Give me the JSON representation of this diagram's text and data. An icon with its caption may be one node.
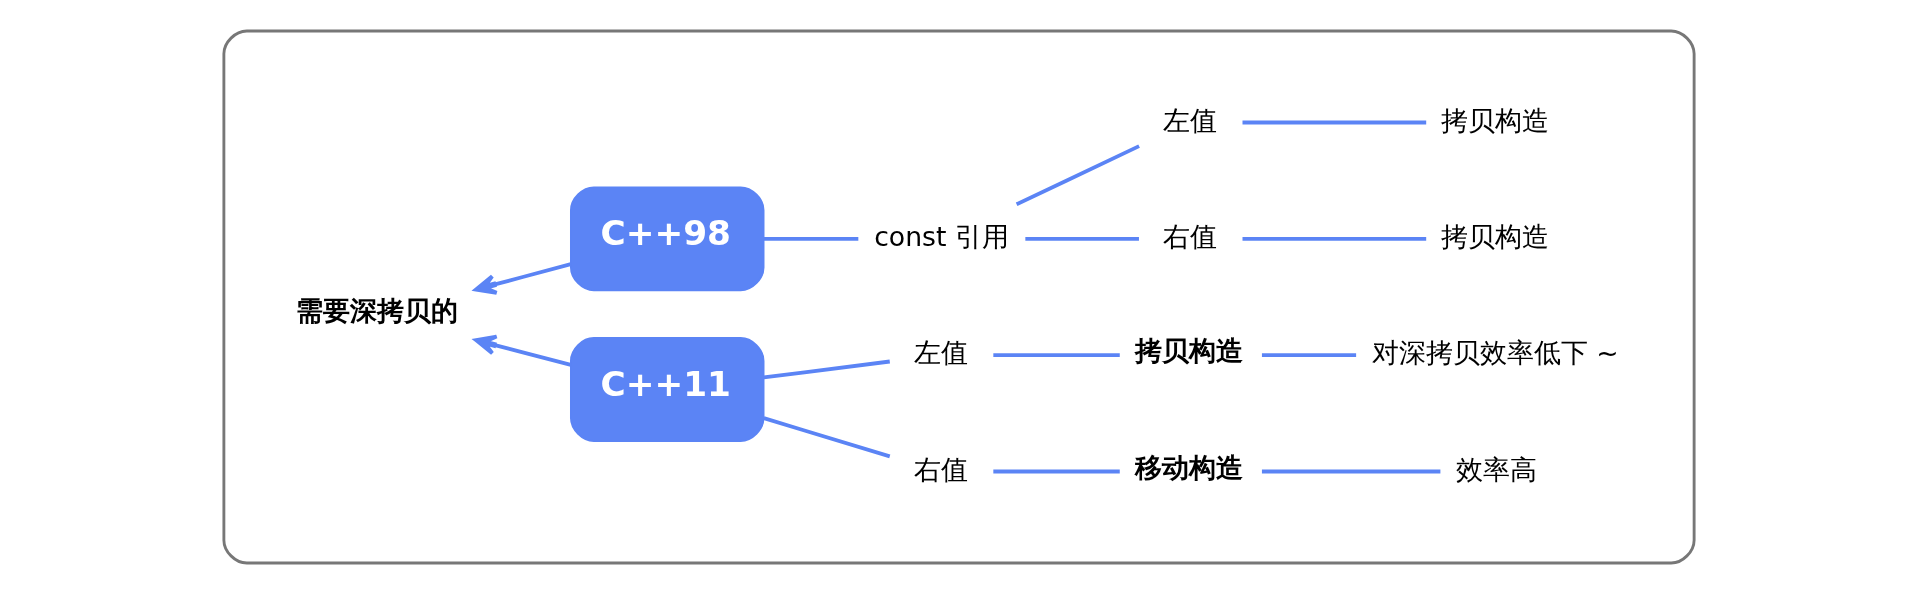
{
  "diagram": {
    "nodes": [
      {
        "text": [],
        "shape": "box"
      },
      {
        "text": [
          "需要深拷贝的"
        ],
        "in": 0
      },
      {
        "text": [
          "C++98"
        ],
        "in": 0
      },
      {
        "text": [
          "const 引用"
        ],
        "in": 0
      },
      {
        "text": [
          "左值"
        ],
        "in": 0
      },
      {
        "text": [
          "拷贝构造"
        ],
        "in": 0
      },
      {
        "text": [
          "右值"
        ],
        "in": 0
      },
      {
        "text": [
          "拷贝构造"
        ],
        "in": 0
      },
      {
        "text": [
          "C++11"
        ],
        "in": 0
      },
      {
        "text": [
          "左值"
        ],
        "in": 0
      },
      {
        "text": [
          "拷贝构造"
        ],
        "in": 0
      },
      {
        "text": [
          "对深拷贝效率低下 ~"
        ],
        "in": 0
      },
      {
        "text": [
          "右值"
        ],
        "in": 0
      },
      {
        "text": [
          "移动构造"
        ],
        "in": 0
      },
      {
        "text": [
          "效率高"
        ],
        "in": 0
      }
    ],
    "edges": [
      {
        "from": 2,
        "to": 1,
        "arrow": "to"
      },
      {
        "from": 8,
        "to": 1,
        "arrow": "to"
      },
      {
        "from": 2,
        "to": 3,
        "arrow": "none"
      },
      {
        "from": 3,
        "to": 4,
        "arrow": "none"
      },
      {
        "from": 3,
        "to": 6,
        "arrow": "none"
      },
      {
        "from": 4,
        "to": 5,
        "arrow": "none"
      },
      {
        "from": 6,
        "to": 7,
        "arrow": "none"
      },
      {
        "from": 8,
        "to": 9,
        "arrow": "none"
      },
      {
        "from": 8,
        "to": 12,
        "arrow": "none"
      },
      {
        "from": 9,
        "to": 10,
        "arrow": "none"
      },
      {
        "from": 10,
        "to": 11,
        "arrow": "none"
      },
      {
        "from": 12,
        "to": 13,
        "arrow": "none"
      },
      {
        "from": 13,
        "to": 14,
        "arrow": "none"
      }
    ]
  }
}
